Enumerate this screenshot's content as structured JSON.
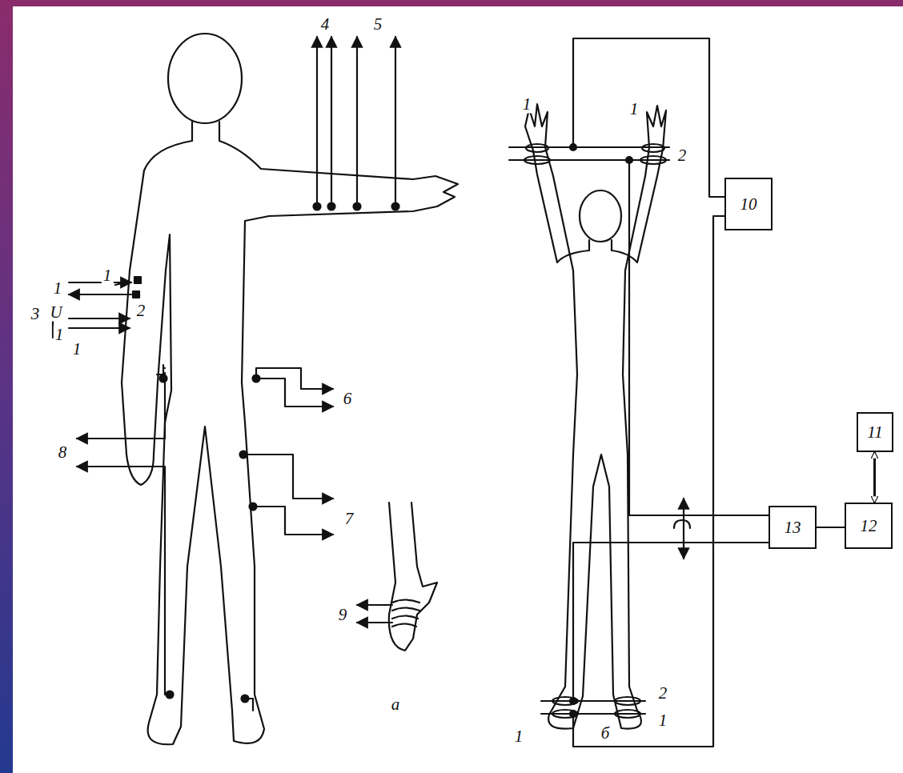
{
  "diagram": {
    "nodes": [
      {
        "text": [
          "10"
        ]
      },
      {
        "text": [
          "11"
        ]
      },
      {
        "text": [
          "13"
        ]
      },
      {
        "text": [
          "12"
        ]
      }
    ],
    "edges": [
      {
        "from": 1,
        "to": 3,
        "arrow": "both"
      },
      {
        "from": 2,
        "to": 3,
        "arrow": "none"
      }
    ],
    "labels": [
      "4",
      "5",
      "1",
      "1",
      "3",
      "U",
      "2",
      "1",
      "1",
      "6",
      "7",
      "8",
      "9",
      "а",
      "1",
      "1",
      "2",
      "2",
      "1",
      "1",
      "б"
    ]
  }
}
